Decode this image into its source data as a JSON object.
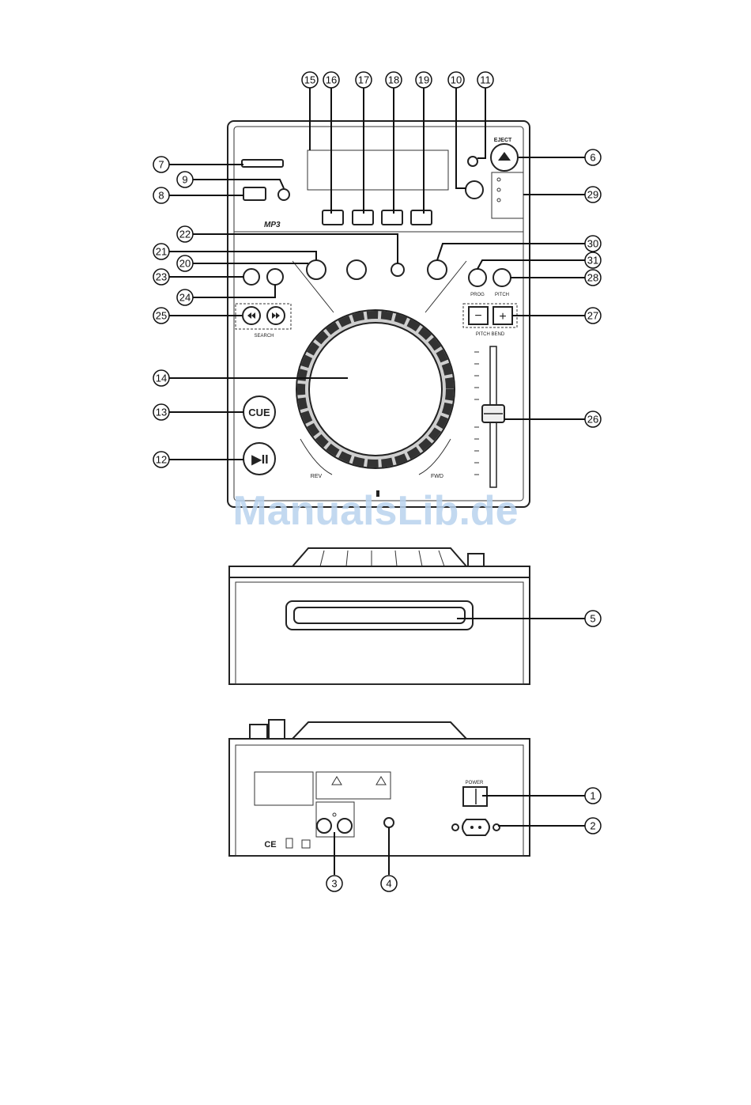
{
  "watermark": "ManualsLib.de",
  "top_view": {
    "labels": {
      "eject": "EJECT",
      "cue": "CUE",
      "play_pause": "▶II",
      "mp3": "MP3",
      "search": "SEARCH",
      "prog": "PROG",
      "pitch": "PITCH",
      "pitch_bend": "PITCH BEND",
      "rev": "REV",
      "fwd": "FWD",
      "minus": "−",
      "plus": "+"
    }
  },
  "back_view": {
    "labels": {
      "power": "POWER",
      "ce": "CE"
    }
  },
  "callouts": [
    "1",
    "2",
    "3",
    "4",
    "5",
    "6",
    "7",
    "8",
    "9",
    "10",
    "11",
    "12",
    "13",
    "14",
    "15",
    "16",
    "17",
    "18",
    "19",
    "20",
    "21",
    "22",
    "23",
    "24",
    "25",
    "26",
    "27",
    "28",
    "29",
    "30",
    "31"
  ]
}
